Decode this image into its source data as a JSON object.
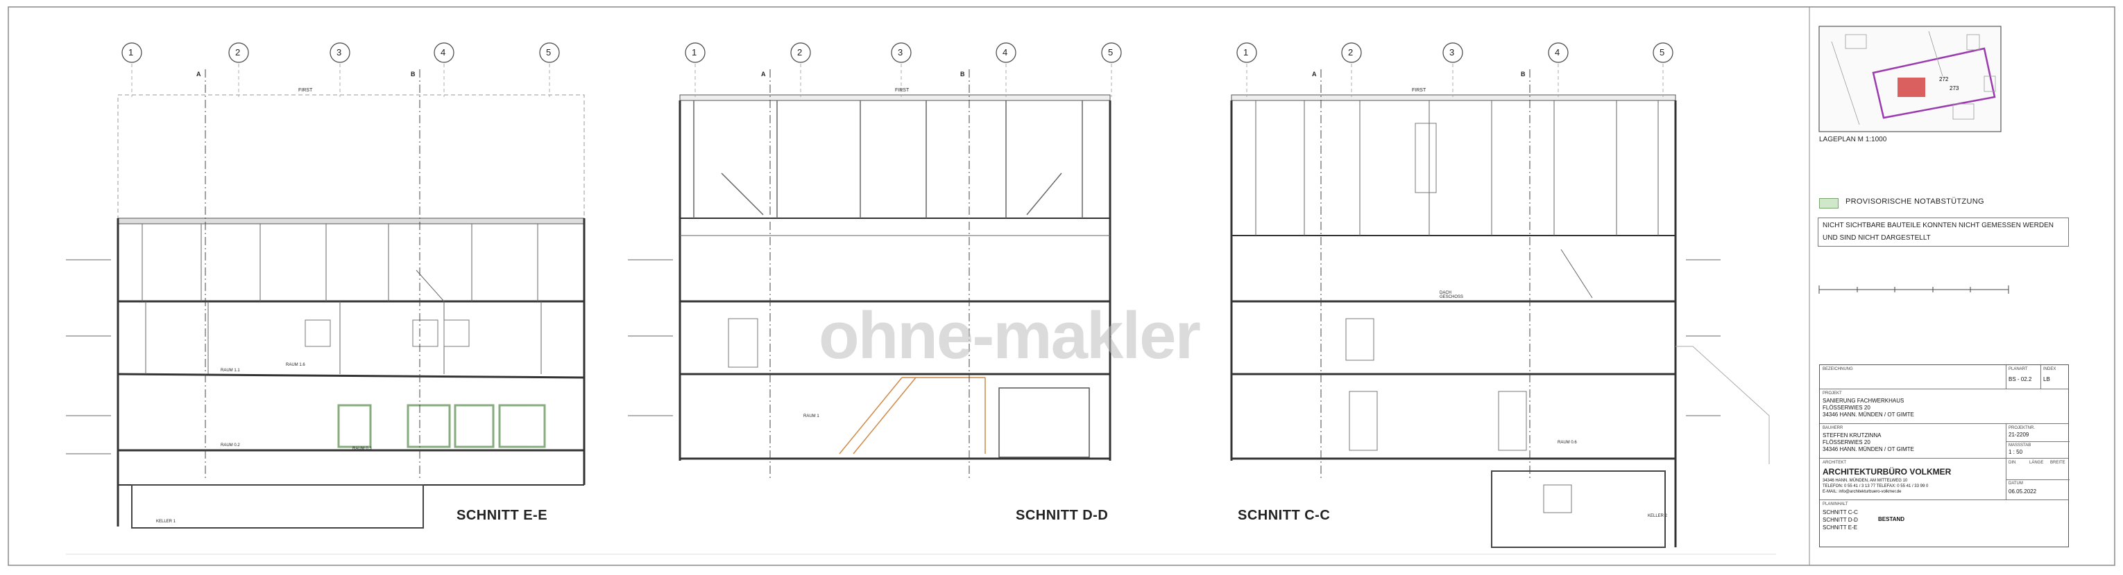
{
  "axes": [
    "1",
    "2",
    "3",
    "4",
    "5"
  ],
  "cut_markers": {
    "a": "A",
    "b": "B"
  },
  "ridge_label": "FIRST",
  "sections": [
    {
      "id": "E-E",
      "title": "SCHNITT E-E"
    },
    {
      "id": "D-D",
      "title": "SCHNITT D-D"
    },
    {
      "id": "C-C",
      "title": "SCHNITT C-C"
    }
  ],
  "room_labels": {
    "keller_1": "KELLER 1",
    "keller_2": "KELLER 2",
    "raum_1_1": "RAUM 1.1",
    "raum_1_6": "RAUM 1.6",
    "raum_0_2": "RAUM 0.2",
    "raum_0_3": "RAUM 0.3",
    "raum_0_6": "RAUM 0.6",
    "raum_1": "RAUM 1",
    "dach": "DACH GESCHOSS"
  },
  "site_plan": {
    "label": "LAGEPLAN M 1:1000",
    "plot_no_1": "272",
    "plot_no_2": "273"
  },
  "legend": {
    "swatch_color": "#cfe8c9",
    "item": "PROVISORISCHE NOTABSTÜTZUNG",
    "note_line1": "NICHT SICHTBARE BAUTEILE KONNTEN NICHT GEMESSEN WERDEN",
    "note_line2": "UND SIND NICHT DARGESTELLT"
  },
  "title_block": {
    "bezeichnung_label": "BEZEICHNUNG",
    "planart_label": "PLANART",
    "planart_value": "BS - 02.2",
    "index_label": "INDEX",
    "index_value": "LB",
    "projekt_label": "PROJEKT",
    "projekt_value": "SANIERUNG FACHWERKHAUS\nFLÖSSERWIES 20\n34346 HANN. MÜNDEN / OT GIMTE",
    "bauherr_label": "BAUHERR",
    "bauherr_value": "STEFFEN KRUTZINNA\nFLÖSSERWIES 20\n34346 HANN. MÜNDEN / OT GIMTE",
    "projektnr_label": "PROJEKTNR.",
    "projektnr_value": "21-2209",
    "massstab_label": "MASSSTAB",
    "massstab_value": "1 : 50",
    "architekt_label": "ARCHITEKT",
    "architekt_name": "ARCHITEKTURBÜRO VOLKMER",
    "architekt_address": "34346 HANN. MÜNDEN, AM MITTELWEG 10\nTELEFON: 0 55 41 / 3 13 77  TELEFAX: 0 55 41 / 33 99 0\nE-MAIL: info@architekturbuero-volkmer.de",
    "din_label": "DIN",
    "laenge_label": "LÄNGE",
    "breite_label": "BREITE",
    "datum_label": "DATUM",
    "datum_value": "06.05.2022",
    "planinhalt_label": "PLANINHALT",
    "planinhalt_value": "SCHNITT C-C\nSCHNITT D-D\nSCHNITT E-E",
    "status": "BESTAND"
  },
  "watermark": "ohne-makler"
}
